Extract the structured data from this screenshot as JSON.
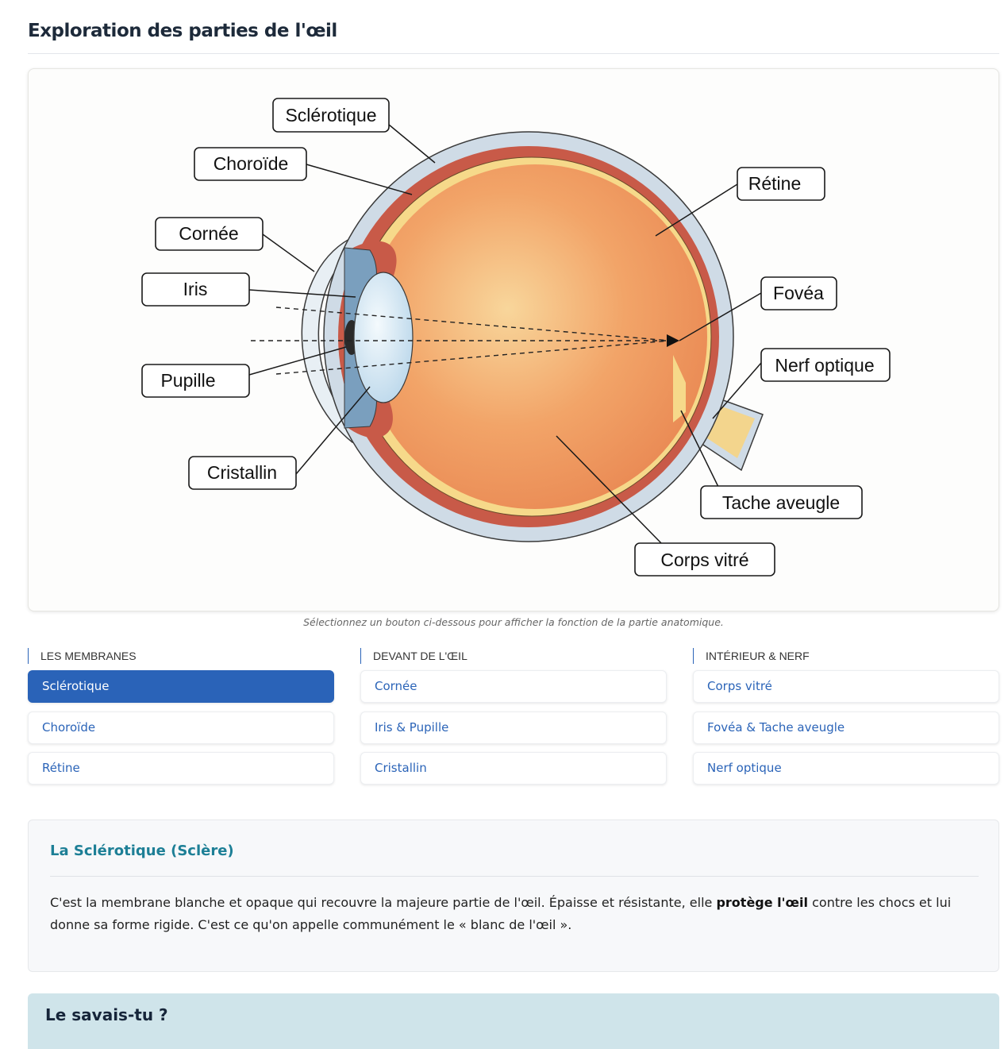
{
  "page": {
    "title": "Exploration des parties de l'œil"
  },
  "diagram": {
    "labels": {
      "sclerotique": "Sclérotique",
      "choroide": "Choroïde",
      "cornee": "Cornée",
      "iris": "Iris",
      "pupille": "Pupille",
      "cristallin": "Cristallin",
      "retine": "Rétine",
      "fovea": "Fovéa",
      "nerf_optique": "Nerf optique",
      "tache_aveugle": "Tache aveugle",
      "corps_vitre": "Corps vitré"
    },
    "colors": {
      "sclera": "#cfdbe6",
      "choroid": "#c85a48",
      "retina": "#f6d98a",
      "vitreous": "#ee9a5d",
      "lens": "#d4e8f5",
      "nerve": "#f3d58d"
    },
    "caption": "Sélectionnez un bouton ci-dessous pour afficher la fonction de la partie anatomique."
  },
  "groups": [
    {
      "header": "LES MEMBRANES",
      "buttons": [
        "Sclérotique",
        "Choroïde",
        "Rétine"
      ]
    },
    {
      "header": "DEVANT DE L'ŒIL",
      "buttons": [
        "Cornée",
        "Iris & Pupille",
        "Cristallin"
      ]
    },
    {
      "header": "INTÉRIEUR & NERF",
      "buttons": [
        "Corps vitré",
        "Fovéa & Tache aveugle",
        "Nerf optique"
      ]
    }
  ],
  "selected_button": "Sclérotique",
  "info": {
    "title": "La Sclérotique (Sclère)",
    "text_before": "C'est la membrane blanche et opaque qui recouvre la majeure partie de l'œil. Épaisse et résistante, elle ",
    "text_bold": "protège l'œil",
    "text_after": " contre les chocs et lui donne sa forme rigide. C'est ce qu'on appelle communément le « blanc de l'œil »."
  },
  "tip": {
    "title": "Le savais-tu ?"
  },
  "accent_color": "#2a63b8"
}
